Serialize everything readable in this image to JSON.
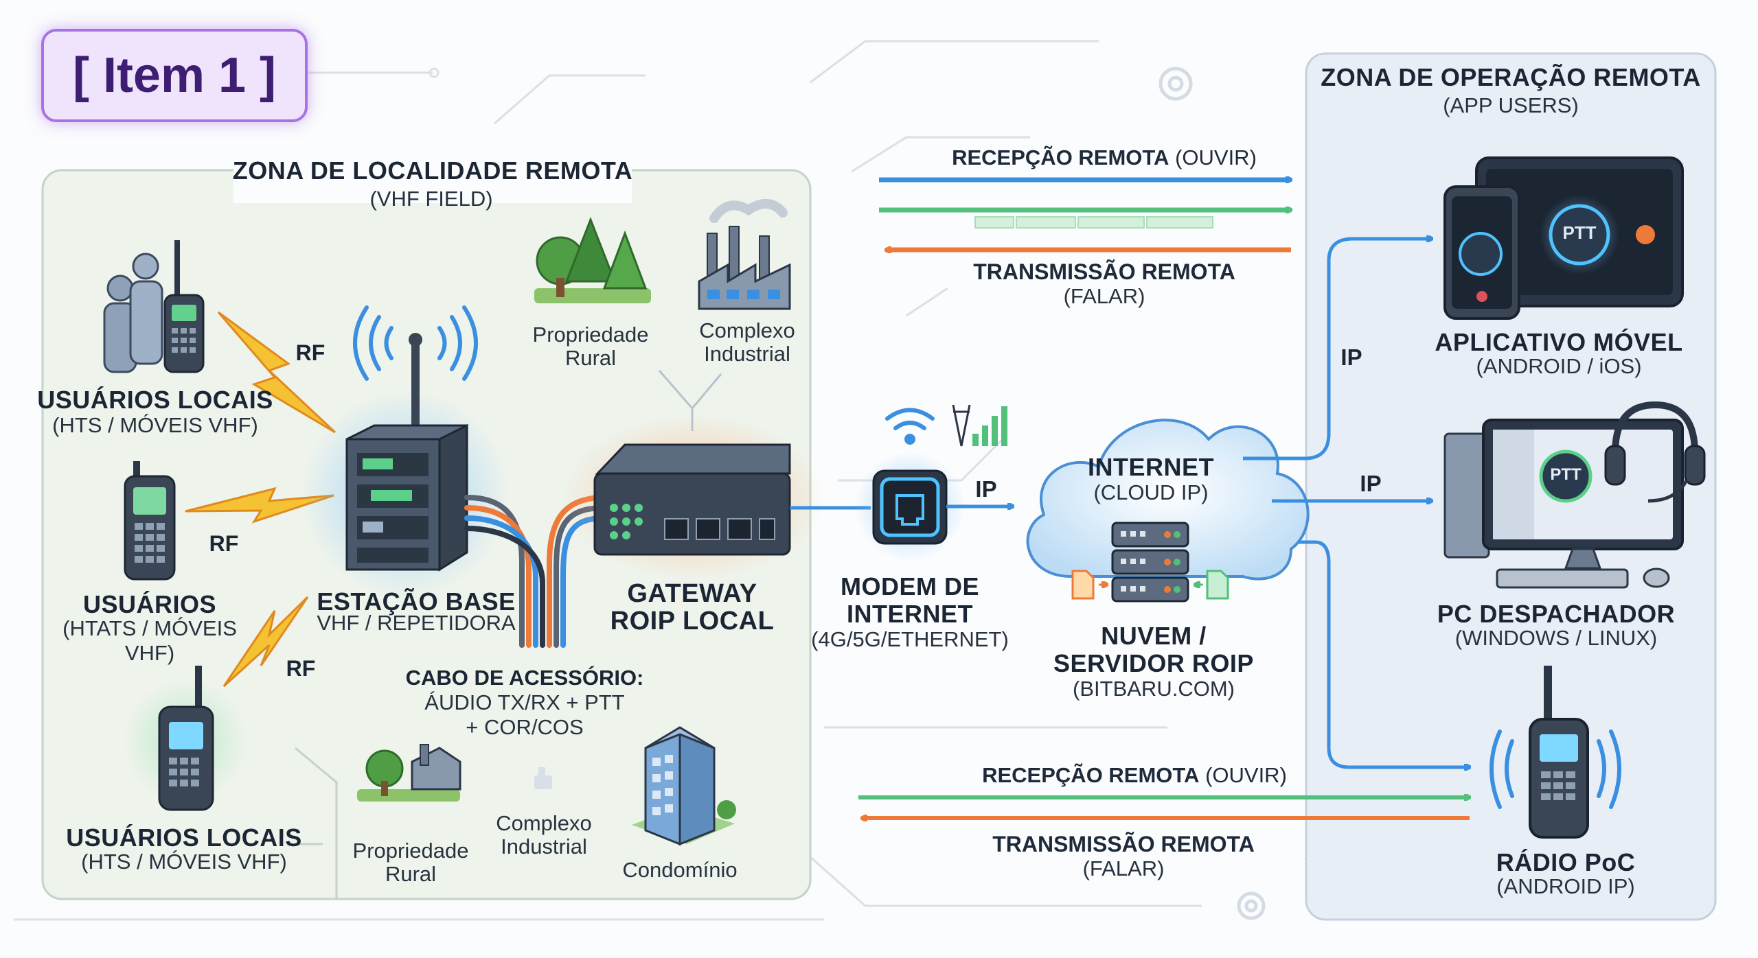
{
  "badge": "[ Item 1 ]",
  "zones": {
    "local": {
      "title": "ZONA DE LOCALIDADE REMOTA",
      "subtitle": "(VHF FIELD)"
    },
    "remote": {
      "title": "ZONA DE OPERAÇÃO REMOTA",
      "subtitle": "(APP USERS)"
    }
  },
  "local_nodes": {
    "users_top": {
      "title": "USUÁRIOS LOCAIS",
      "subtitle": "(HTS / MÓVEIS VHF)"
    },
    "users_mid": {
      "title": "USUÁRIOS",
      "subtitle_1": "(HTATS / MÓVEIS",
      "subtitle_2": "VHF)"
    },
    "users_bottom": {
      "title": "USUÁRIOS LOCAIS",
      "subtitle": "(HTS / MÓVEIS VHF)"
    },
    "rf_labels": [
      "RF",
      "RF",
      "RF"
    ],
    "base_station": {
      "title": "ESTAÇÃO BASE",
      "subtitle": "VHF / REPETIDORA"
    },
    "gateway": {
      "line1": "GATEWAY",
      "line2": "ROIP LOCAL"
    },
    "cable": {
      "line1": "CABO DE ACESSÓRIO:",
      "line2": "ÁUDIO TX/RX + PTT",
      "line3": "+ COR/COS"
    },
    "sites_top": {
      "rural": {
        "line1": "Propriedade",
        "line2": "Rural"
      },
      "industrial": {
        "line1": "Complexo",
        "line2": "Industrial"
      }
    },
    "sites_bottom": {
      "rural": {
        "line1": "Propriedade",
        "line2": "Rural"
      },
      "industrial": {
        "line1": "Complexo",
        "line2": "Industrial"
      },
      "condo": "Condomínio"
    }
  },
  "modem": {
    "line1": "MODEM DE",
    "line2": "INTERNET",
    "line3": "(4G/5G/ETHERNET)",
    "ip": "IP"
  },
  "cloud": {
    "title": "INTERNET",
    "subtitle": "(CLOUD IP)",
    "server_line1": "NUVEM /",
    "server_line2": "SERVIDOR ROIP",
    "server_line3": "(BITBARU.COM)"
  },
  "flows_top": {
    "rx": "RECEPÇÃO REMOTA",
    "rx_note": "(OUVIR)",
    "tx": "TRANSMISSÃO REMOTA",
    "tx_note": "(FALAR)"
  },
  "flows_bottom": {
    "rx": "RECEPÇÃO REMOTA",
    "rx_note": "(OUVIR)",
    "tx": "TRANSMISSÃO REMOTA",
    "tx_note": "(FALAR)"
  },
  "remote_nodes": {
    "mobile_app": {
      "title": "APLICATIVO MÓVEL",
      "subtitle": "(ANDROID / iOS)",
      "ptt": "PTT"
    },
    "dispatcher": {
      "title": "PC DESPACHADOR",
      "subtitle": "(WINDOWS / LINUX)",
      "ptt": "PTT"
    },
    "poc_radio": {
      "title": "RÁDIO PoC",
      "subtitle": "(ANDROID IP)"
    }
  },
  "ip_labels": [
    "IP",
    "IP"
  ],
  "colors": {
    "rx_blue": "#3b8fe0",
    "rx_green": "#52c07a",
    "tx_orange": "#ee7a3a",
    "accent_purple": "#a872e6",
    "zone_local_bg": "#eef3ec",
    "zone_remote_bg": "#e8eef6"
  }
}
